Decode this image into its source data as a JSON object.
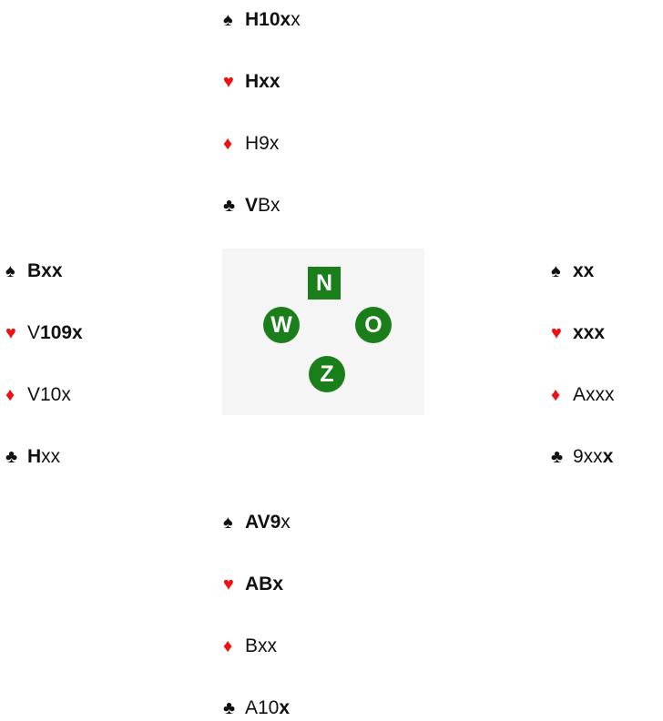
{
  "colors": {
    "suit_black": "#111111",
    "suit_red": "#ee1111",
    "compass_green": "#1a7f1a",
    "compass_background": "#f5f5f5"
  },
  "suits": {
    "spades": "♠",
    "hearts": "♥",
    "diamonds": "♦",
    "clubs": "♣"
  },
  "hands": {
    "north": {
      "spades": [
        {
          "t": "H10x",
          "b": true
        },
        {
          "t": "x",
          "b": false
        }
      ],
      "hearts": [
        {
          "t": "Hxx",
          "b": true
        }
      ],
      "diamonds": [
        {
          "t": "H9x",
          "b": false
        }
      ],
      "clubs": [
        {
          "t": "V",
          "b": true
        },
        {
          "t": "Bx",
          "b": false
        }
      ]
    },
    "west": {
      "spades": [
        {
          "t": "Bxx",
          "b": true
        }
      ],
      "hearts": [
        {
          "t": "V",
          "b": false
        },
        {
          "t": "109x",
          "b": true
        }
      ],
      "diamonds": [
        {
          "t": "V10x",
          "b": false
        }
      ],
      "clubs": [
        {
          "t": "H",
          "b": true
        },
        {
          "t": "xx",
          "b": false
        }
      ]
    },
    "east": {
      "spades": [
        {
          "t": "xx",
          "b": true
        }
      ],
      "hearts": [
        {
          "t": "xxx",
          "b": true
        }
      ],
      "diamonds": [
        {
          "t": "Axxx",
          "b": false
        }
      ],
      "clubs": [
        {
          "t": "9xx",
          "b": false
        },
        {
          "t": "x",
          "b": true
        }
      ]
    },
    "south": {
      "spades": [
        {
          "t": "AV9",
          "b": true
        },
        {
          "t": "x",
          "b": false
        }
      ],
      "hearts": [
        {
          "t": "ABx",
          "b": true
        }
      ],
      "diamonds": [
        {
          "t": "Bxx",
          "b": false
        }
      ],
      "clubs": [
        {
          "t": "A10",
          "b": false
        },
        {
          "t": "x",
          "b": true
        }
      ]
    }
  },
  "compass": {
    "north": "N",
    "west": "W",
    "east": "O",
    "south": "Z"
  }
}
